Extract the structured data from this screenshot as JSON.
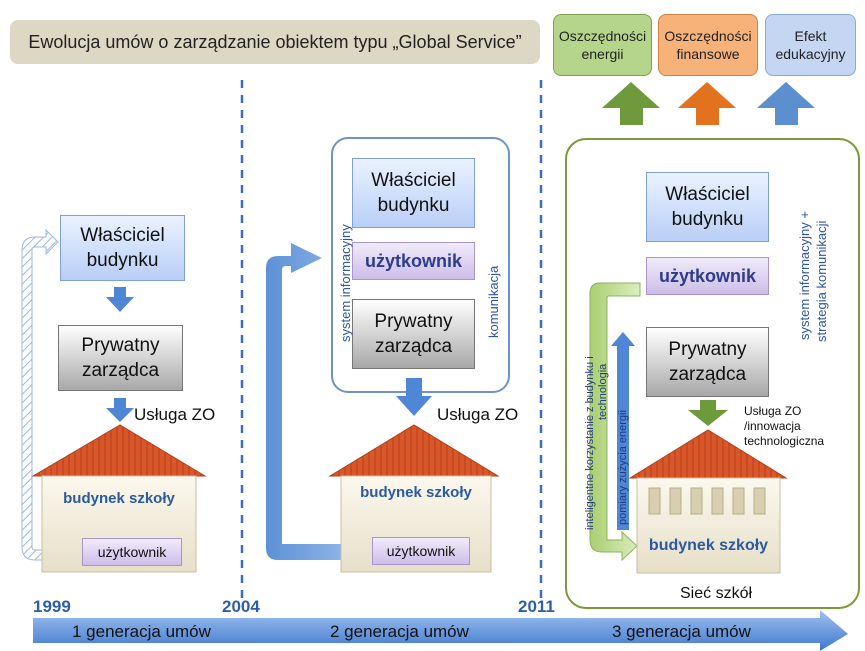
{
  "title": "Ewolucja umów o zarządzanie obiektem typu „Global Service”",
  "benefits": [
    {
      "label": "Oszczędności energii",
      "color": "#b5d68a",
      "arrow": "#6e9a3c"
    },
    {
      "label": "Oszczędności finansowe",
      "color": "#f7b27a",
      "arrow": "#e3721f"
    },
    {
      "label": "Efekt edukacyjny",
      "color": "#c5d6f2",
      "arrow": "#5b8fd0"
    }
  ],
  "years": [
    "1999",
    "2004",
    "2011"
  ],
  "generations": [
    "1 generacja umów",
    "2 generacja umów",
    "3 generacja umów"
  ],
  "gen1": {
    "owner": "Właściciel budynku",
    "manager": "Prywatny zarządca",
    "service": "Usługa ZO",
    "school": "budynek szkoły",
    "user": "użytkownik"
  },
  "gen2": {
    "owner": "Właściciel budynku",
    "user_role": "użytkownik",
    "manager": "Prywatny zarządca",
    "info_system": "system informacyjny",
    "communication": "komunikacja",
    "service": "Usługa ZO",
    "school": "budynek szkoły",
    "user": "użytkownik"
  },
  "gen3": {
    "owner": "Właściciel budynku",
    "user_role": "użytkownik",
    "manager": "Prywatny zarządca",
    "info_strategy_line1": "system informacyjny +",
    "info_strategy_line2": "strategia komunikacji",
    "smart_use_line1": "inteligentne korzystanie z budynku i",
    "smart_use_line2": "technologia",
    "energy_measure": "pomiary zużycia energii",
    "service_line1": "Usługa ZO",
    "service_line2": "/innowacja",
    "service_line3": "technologiczna",
    "school": "budynek szkoły",
    "network": "Sieć szkół"
  },
  "colors": {
    "roof": "#d9572b",
    "timeline": "#4f86d6",
    "divider": "#3a6fbf",
    "frame3": "#7a9a3a",
    "frame2": "#6e93cc"
  }
}
